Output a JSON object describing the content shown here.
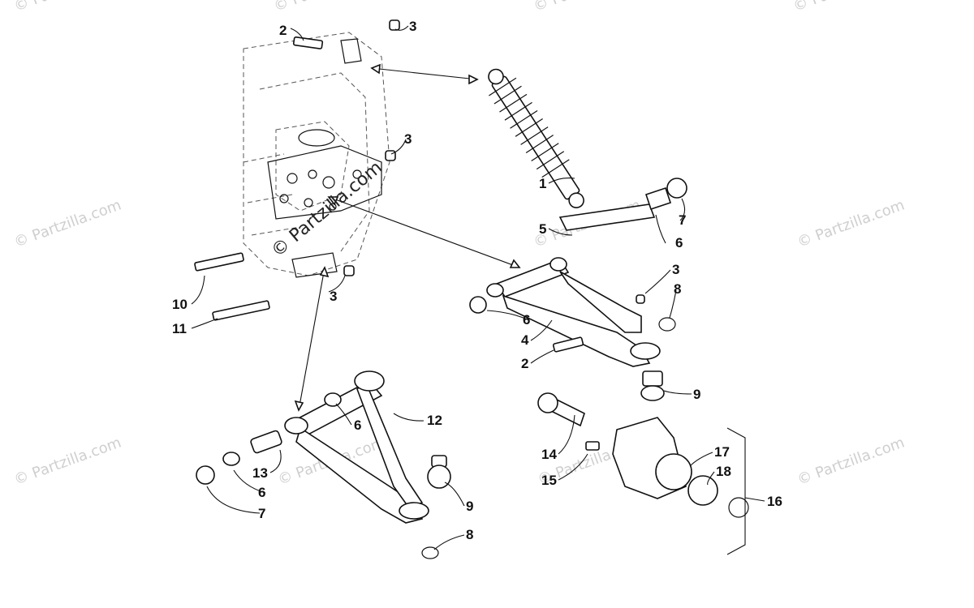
{
  "watermark": "© Partzilla.com",
  "center_watermark": "© Partzilla.com",
  "callouts": [
    {
      "id": "c-2a",
      "label": "2"
    },
    {
      "id": "c-3a",
      "label": "3"
    },
    {
      "id": "c-3b",
      "label": "3"
    },
    {
      "id": "c-1",
      "label": "1"
    },
    {
      "id": "c-7a",
      "label": "7"
    },
    {
      "id": "c-5",
      "label": "5"
    },
    {
      "id": "c-6a",
      "label": "6"
    },
    {
      "id": "c-3c",
      "label": "3"
    },
    {
      "id": "c-8a",
      "label": "8"
    },
    {
      "id": "c-10",
      "label": "10"
    },
    {
      "id": "c-3d",
      "label": "3"
    },
    {
      "id": "c-11",
      "label": "11"
    },
    {
      "id": "c-6b",
      "label": "6"
    },
    {
      "id": "c-4",
      "label": "4"
    },
    {
      "id": "c-2b",
      "label": "2"
    },
    {
      "id": "c-9a",
      "label": "9"
    },
    {
      "id": "c-12",
      "label": "12"
    },
    {
      "id": "c-6c",
      "label": "6"
    },
    {
      "id": "c-13",
      "label": "13"
    },
    {
      "id": "c-6d",
      "label": "6"
    },
    {
      "id": "c-7b",
      "label": "7"
    },
    {
      "id": "c-9b",
      "label": "9"
    },
    {
      "id": "c-8b",
      "label": "8"
    },
    {
      "id": "c-14",
      "label": "14"
    },
    {
      "id": "c-15",
      "label": "15"
    },
    {
      "id": "c-17",
      "label": "17"
    },
    {
      "id": "c-18",
      "label": "18"
    },
    {
      "id": "c-16",
      "label": "16"
    }
  ]
}
